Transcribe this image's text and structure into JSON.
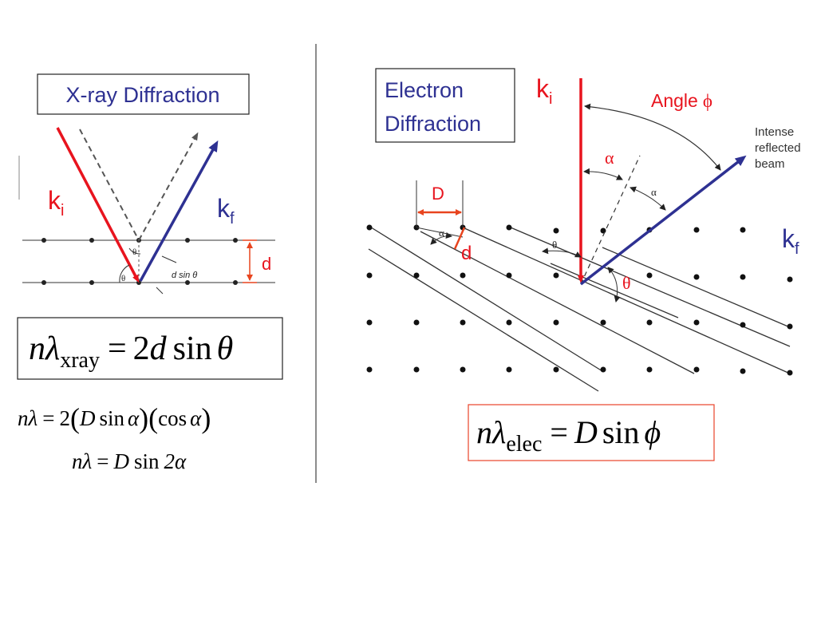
{
  "left": {
    "title": "X-ray Diffraction",
    "ki_label": "k",
    "ki_sub": "i",
    "kf_label": "k",
    "kf_sub": "f",
    "d_label": "d",
    "theta_symbol": "θ",
    "dsin_label": "d sin θ",
    "bragg_eq": {
      "lhs_n": "n",
      "lhs_lambda": "λ",
      "lhs_sub": "xray",
      "equals": "=",
      "rhs": "2",
      "rhs_d": "d",
      "rhs_sin": "sin",
      "rhs_theta": "θ"
    },
    "derivation_1": {
      "n": "n",
      "lambda": "λ",
      "eq": "=",
      "two": "2",
      "lp1": "(",
      "D": "D",
      "sin": "sin",
      "alpha": "α",
      "rp1": ")",
      "lp2": "(",
      "cos": "cos",
      "alpha2": "α",
      "rp2": ")"
    },
    "derivation_2": {
      "n": "n",
      "lambda": "λ",
      "eq": "=",
      "D": "D",
      "sin": "sin",
      "two_alpha": "2α"
    }
  },
  "right": {
    "title_line1": "Electron",
    "title_line2": "Diffraction",
    "ki_label": "k",
    "ki_sub": "i",
    "kf_label": "k",
    "kf_sub": "f",
    "angle_label": "Angle",
    "phi_symbol": "ϕ",
    "alpha_symbol": "α",
    "alpha_small": "α",
    "theta_symbol": "θ",
    "D_label": "D",
    "d_label": "d",
    "beam_line1": "Intense",
    "beam_line2": "reflected",
    "beam_line3": "beam",
    "elec_eq": {
      "n": "n",
      "lambda": "λ",
      "sub": "elec",
      "eq": "=",
      "D": "D",
      "sin": "sin",
      "phi": "ϕ"
    }
  },
  "colors": {
    "incident": "#e8141e",
    "reflected": "#2e3192",
    "accent_orange": "#e8441e",
    "line": "#222222",
    "eq_box_orange": "#e8442a"
  }
}
